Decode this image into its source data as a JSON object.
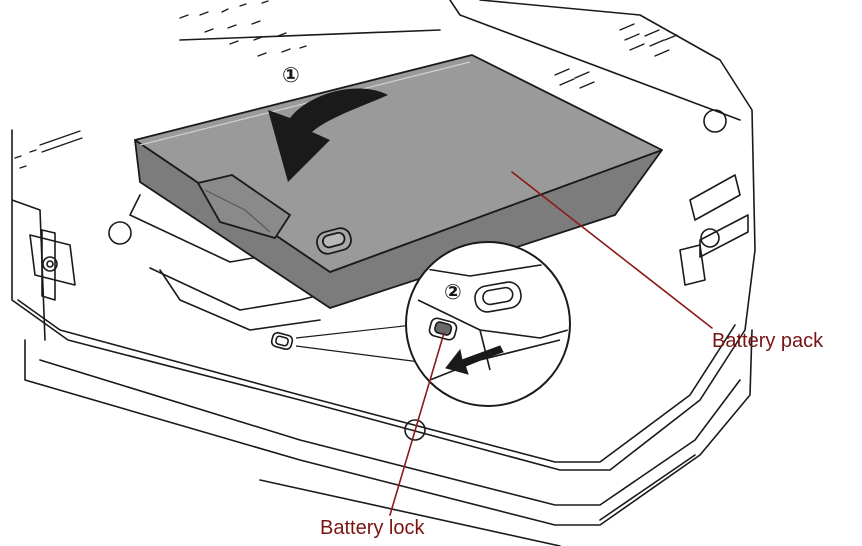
{
  "figure": {
    "steps": {
      "step1": "①",
      "step2": "②"
    },
    "labels": {
      "battery_pack": "Battery pack",
      "battery_lock": "Battery lock"
    },
    "colors": {
      "line": "#1a1a1a",
      "callout": "#8b1a1a",
      "label": "#7a1414",
      "pack_top": "#9a9a9a",
      "pack_side": "#7c7c7c",
      "chassis": "#ffffff",
      "inset_bg": "#ffffff"
    }
  }
}
